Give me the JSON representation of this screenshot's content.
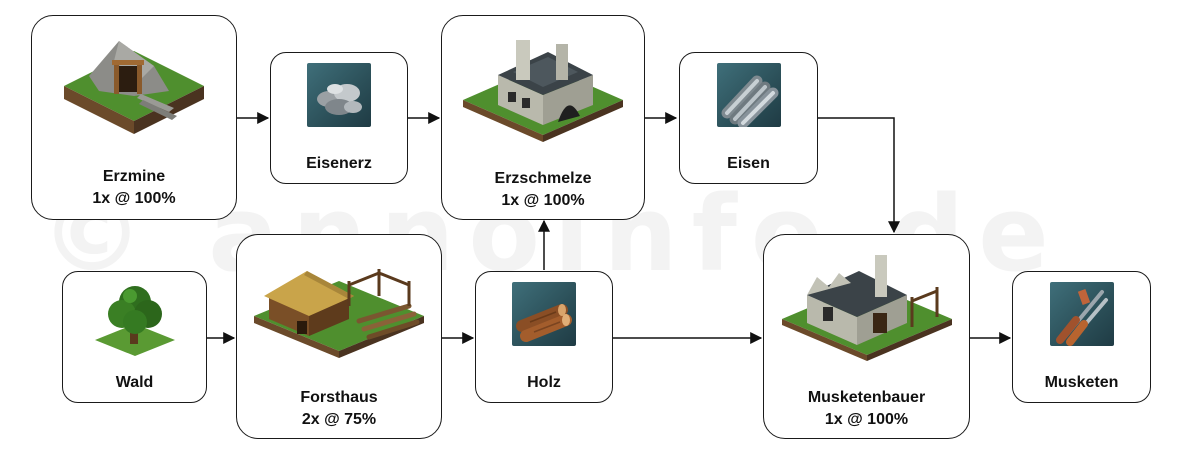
{
  "watermark": "© annoinfo.de",
  "nodes": {
    "erzmine": {
      "name": "Erzmine",
      "rate": "1x @ 100%"
    },
    "eisenerz": {
      "name": "Eisenerz"
    },
    "erzschmelze": {
      "name": "Erzschmelze",
      "rate": "1x @ 100%"
    },
    "eisen": {
      "name": "Eisen"
    },
    "wald": {
      "name": "Wald"
    },
    "forsthaus": {
      "name": "Forsthaus",
      "rate": "2x @ 75%"
    },
    "holz": {
      "name": "Holz"
    },
    "musketenbauer": {
      "name": "Musketenbauer",
      "rate": "1x @ 100%"
    },
    "musketen": {
      "name": "Musketen"
    }
  },
  "icons": {
    "erzmine": "ore-mine-building-icon",
    "eisenerz": "iron-ore-icon",
    "erzschmelze": "ore-smelter-building-icon",
    "eisen": "iron-bars-icon",
    "wald": "tree-icon",
    "forsthaus": "forester-hut-icon",
    "holz": "wood-logs-icon",
    "musketenbauer": "musket-maker-building-icon",
    "musketen": "muskets-icon"
  }
}
